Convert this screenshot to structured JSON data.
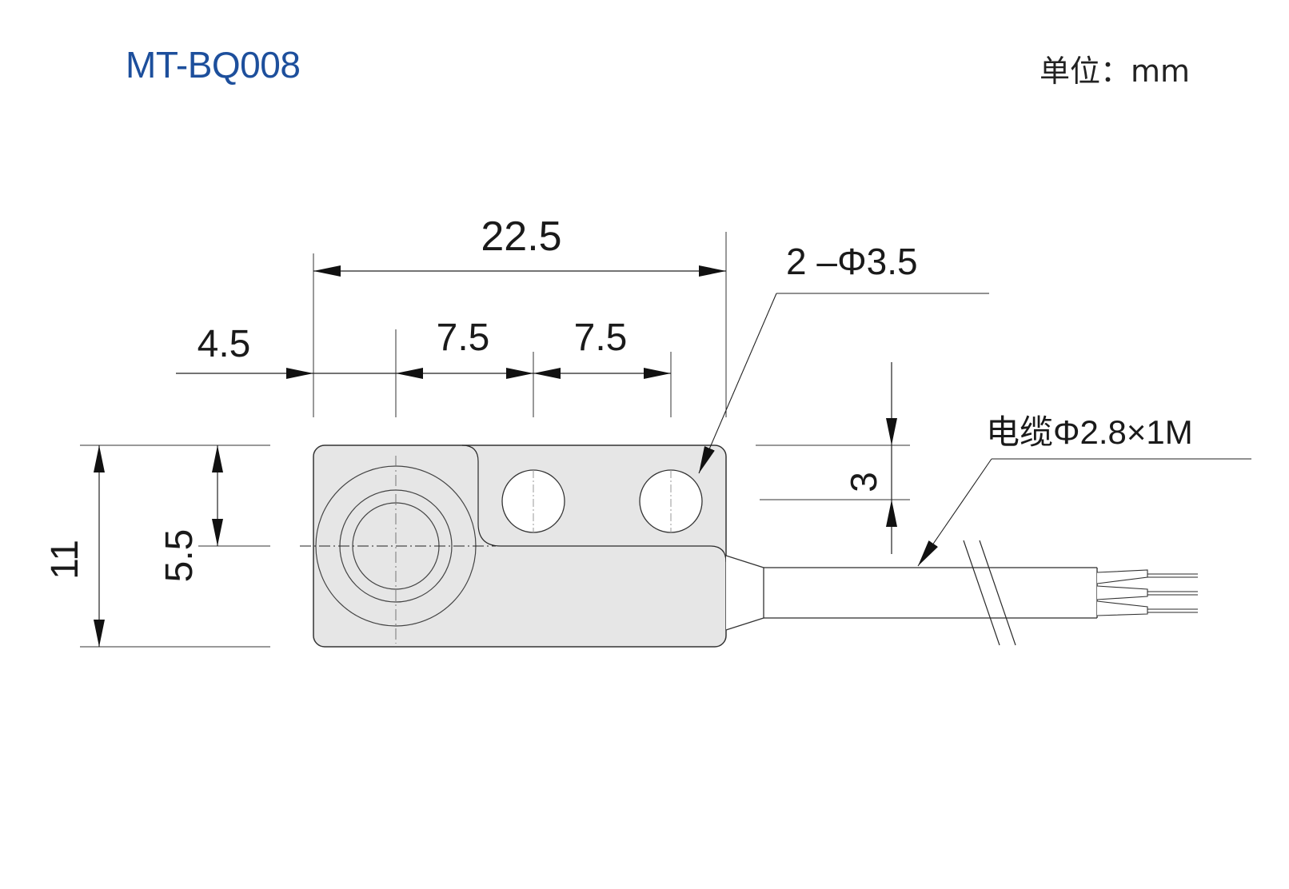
{
  "header": {
    "model": "MT-BQ008",
    "unit": "单位：mm"
  },
  "dimensions": {
    "overall_length": "22.5",
    "offset_left": "4.5",
    "hole_pitch_1": "7.5",
    "hole_pitch_2": "7.5",
    "holes": "2 –Φ3.5",
    "height_total": "11",
    "height_half": "5.5",
    "hole_offset": "3",
    "cable": "电缆Φ2.8×1M"
  },
  "colors": {
    "title": "#1d4f9c",
    "body_fill": "#e6e6e6",
    "line": "#2a2a2a"
  }
}
